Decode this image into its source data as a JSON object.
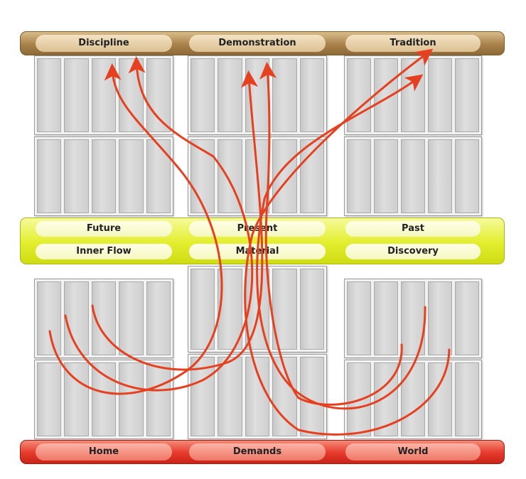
{
  "top_labels": [
    "Discipline",
    "Demonstration",
    "Tradition"
  ],
  "middle_labels_row1": [
    "Future",
    "Present",
    "Past"
  ],
  "middle_labels_row2": [
    "Inner Flow",
    "Material",
    "Discovery"
  ],
  "bottom_labels": [
    "Home",
    "Demands",
    "World"
  ],
  "colors": {
    "top_bar": "#a9814a",
    "middle_bar": "#e2ee2c",
    "bottom_bar": "#e5392a",
    "arrow": "#e5401f"
  }
}
